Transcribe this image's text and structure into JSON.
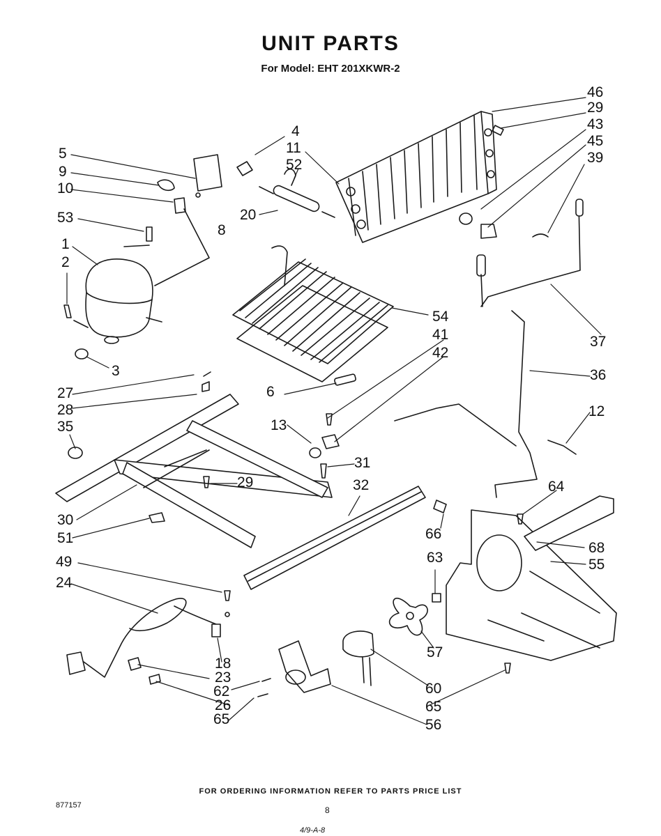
{
  "title": "UNIT PARTS",
  "subtitle": "For Model: EHT 201XKWR-2",
  "callouts": {
    "p46": "46",
    "p29a": "29",
    "p43": "43",
    "p45": "45",
    "p39": "39",
    "p4": "4",
    "p11": "11",
    "p52": "52",
    "p20": "20",
    "p5": "5",
    "p9": "9",
    "p10": "10",
    "p8": "8",
    "p53": "53",
    "p1": "1",
    "p2": "2",
    "p3": "3",
    "p54": "54",
    "p41": "41",
    "p42": "42",
    "p6": "6",
    "p37": "37",
    "p36": "36",
    "p12": "12",
    "p27": "27",
    "p28": "28",
    "p35": "35",
    "p13": "13",
    "p31": "31",
    "p29b": "29",
    "p32": "32",
    "p30": "30",
    "p51": "51",
    "p64": "64",
    "p66": "66",
    "p68": "68",
    "p55": "55",
    "p63": "63",
    "p49": "49",
    "p24": "24",
    "p57": "57",
    "p18": "18",
    "p23": "23",
    "p60": "60",
    "p62": "62",
    "p26": "26",
    "p65a": "65",
    "p65b": "65",
    "p56": "56"
  },
  "footer": {
    "ordering_note": "FOR ORDERING INFORMATION REFER TO PARTS PRICE LIST",
    "doc_number": "877157",
    "page_number": "8",
    "bottom_mark": "4/9-A-8"
  }
}
